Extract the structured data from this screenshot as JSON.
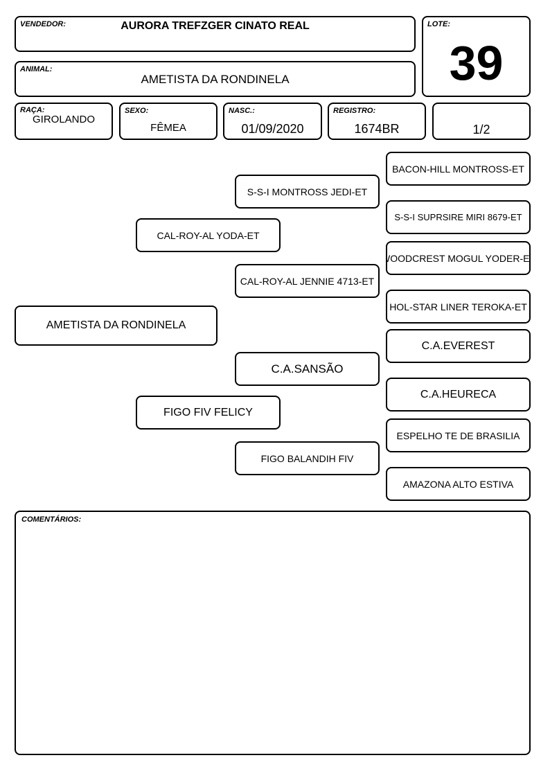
{
  "header": {
    "seller_label": "VENDEDOR:",
    "seller": "AURORA TREFZGER CINATO REAL",
    "lot_label": "LOTE:",
    "lot": "39",
    "animal_label": "ANIMAL:",
    "animal": "AMETISTA DA RONDINELA",
    "breed_label": "RAÇA:",
    "breed": "GIROLANDO",
    "sex_label": "SEXO:",
    "sex": "FÊMEA",
    "birth_label": "NASC.:",
    "birth": "01/09/2020",
    "registry_label": "REGISTRO:",
    "registry": "1674BR",
    "page": "1/2"
  },
  "pedigree": {
    "animal": "AMETISTA DA RONDINELA",
    "sire": "CAL-ROY-AL YODA-ET",
    "dam": "FIGO FIV FELICY",
    "sire_sire": "S-S-I MONTROSS JEDI-ET",
    "sire_dam": "CAL-ROY-AL JENNIE 4713-ET",
    "dam_sire": "C.A.SANSÃO",
    "dam_dam": "FIGO BALANDIH FIV",
    "ggp": [
      "BACON-HILL MONTROSS-ET",
      "S-S-I SUPRSIRE MIRI 8679-ET",
      "WOODCREST MOGUL YODER-ET",
      "HOL-STAR LINER TEROKA-ET",
      "C.A.EVEREST",
      "C.A.HEURECA",
      "ESPELHO TE DE BRASILIA",
      "AMAZONA ALTO ESTIVA"
    ]
  },
  "comments": {
    "label": "COMENTÁRIOS:",
    "text": ""
  }
}
